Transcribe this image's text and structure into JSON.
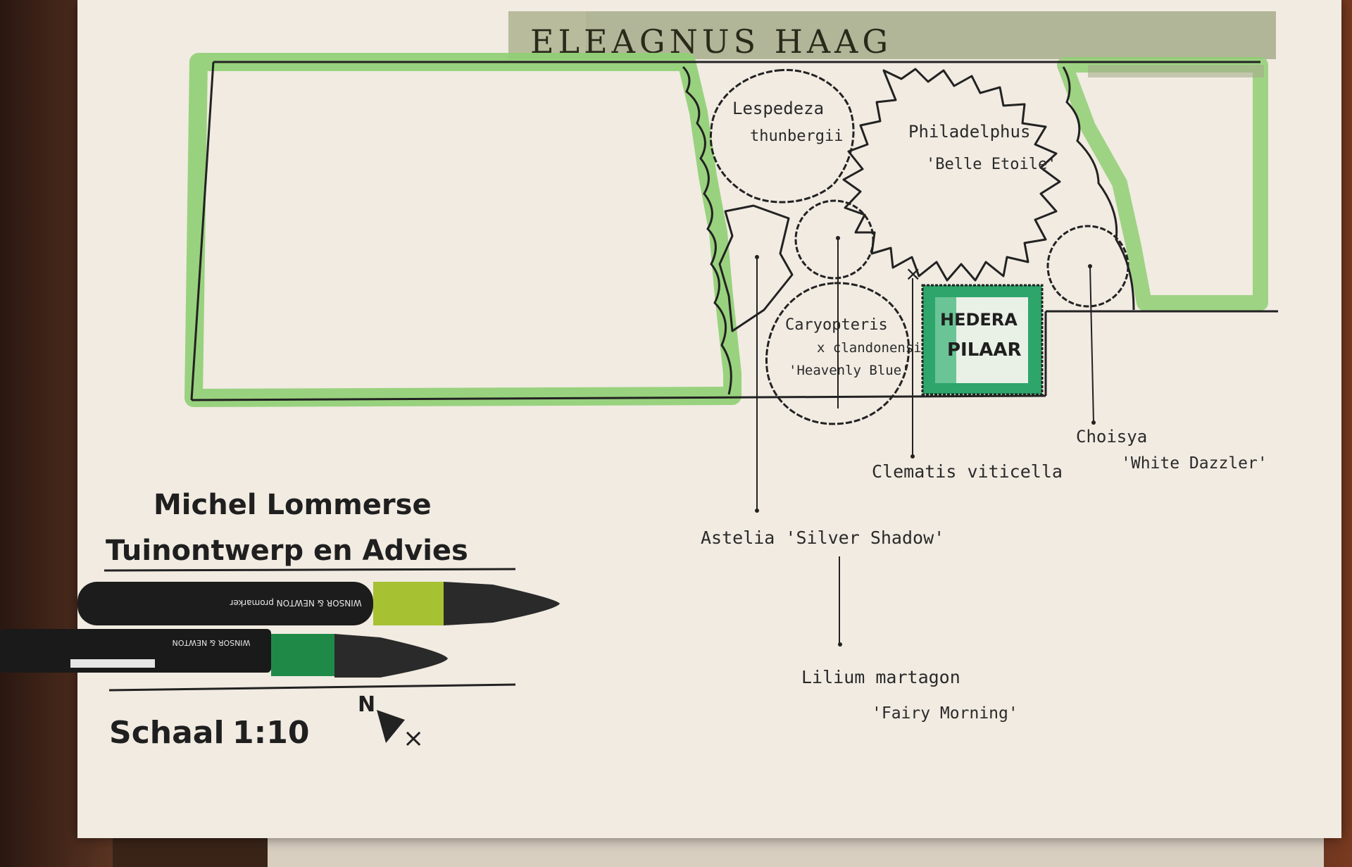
{
  "drawing": {
    "title": "ELEAGNUS HAAG",
    "designer_name": "Michel Lommerse",
    "company": "Tuinontwerp en Advies",
    "scale_label": "Schaal",
    "scale_value": "1:10",
    "north_label": "N",
    "pavilion_line1": "HEDERA",
    "pavilion_line2": "PILAAR",
    "plants": {
      "lespedeza_1": "Lespedeza",
      "lespedeza_2": "thunbergii",
      "philadelphus_1": "Philadelphus",
      "philadelphus_2": "'Belle Etoile'",
      "caryopteris_1": "Caryopteris",
      "caryopteris_2": "x clandonensis",
      "caryopteris_3": "'Heavenly Blue'",
      "choisya_1": "Choisya",
      "choisya_2": "'White Dazzler'",
      "clematis": "Clematis viticella",
      "astelia": "Astelia 'Silver Shadow'",
      "lilium_1": "Lilium martagon",
      "lilium_2": "'Fairy Morning'"
    },
    "colors": {
      "paper": "#f1ebe2",
      "hedge_green": "#8fcf73",
      "title_band": "#a7ad8c",
      "hedera_green": "#2ea56a",
      "ink": "#222222"
    }
  },
  "markers": {
    "marker_top_brand": "WINSOR & NEWTON  promarker",
    "marker_bottom_brand": "WINSOR & NEWTON",
    "marker_top_cap_color": "#a6c132",
    "marker_bottom_cap_color": "#1f8a47"
  }
}
